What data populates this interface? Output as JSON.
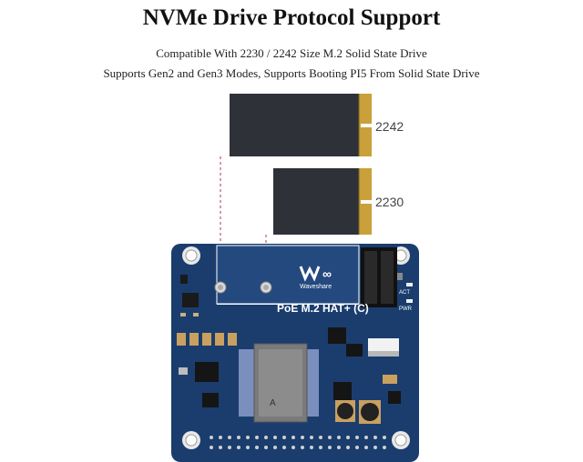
{
  "header": {
    "title": "NVMe Drive Protocol Support",
    "subtitle_1": "Compatible With 2230 / 2242 Size M.2 Solid State Drive",
    "subtitle_2": "Supports Gen2 and Gen3 Modes, Supports Booting PI5 From Solid State Drive"
  },
  "ssd": {
    "large_label": "2242",
    "small_label": "2230"
  },
  "board": {
    "brand": "Waveshare",
    "model": "PoE M.2 HAT+ (C)",
    "led_act": "ACT",
    "led_pwr": "PWR",
    "module_text": "A"
  },
  "colors": {
    "pcb": "#1a3d6e",
    "ssd_body": "#2e3238",
    "gold": "#c9a03a",
    "guide": "#c0334a"
  }
}
